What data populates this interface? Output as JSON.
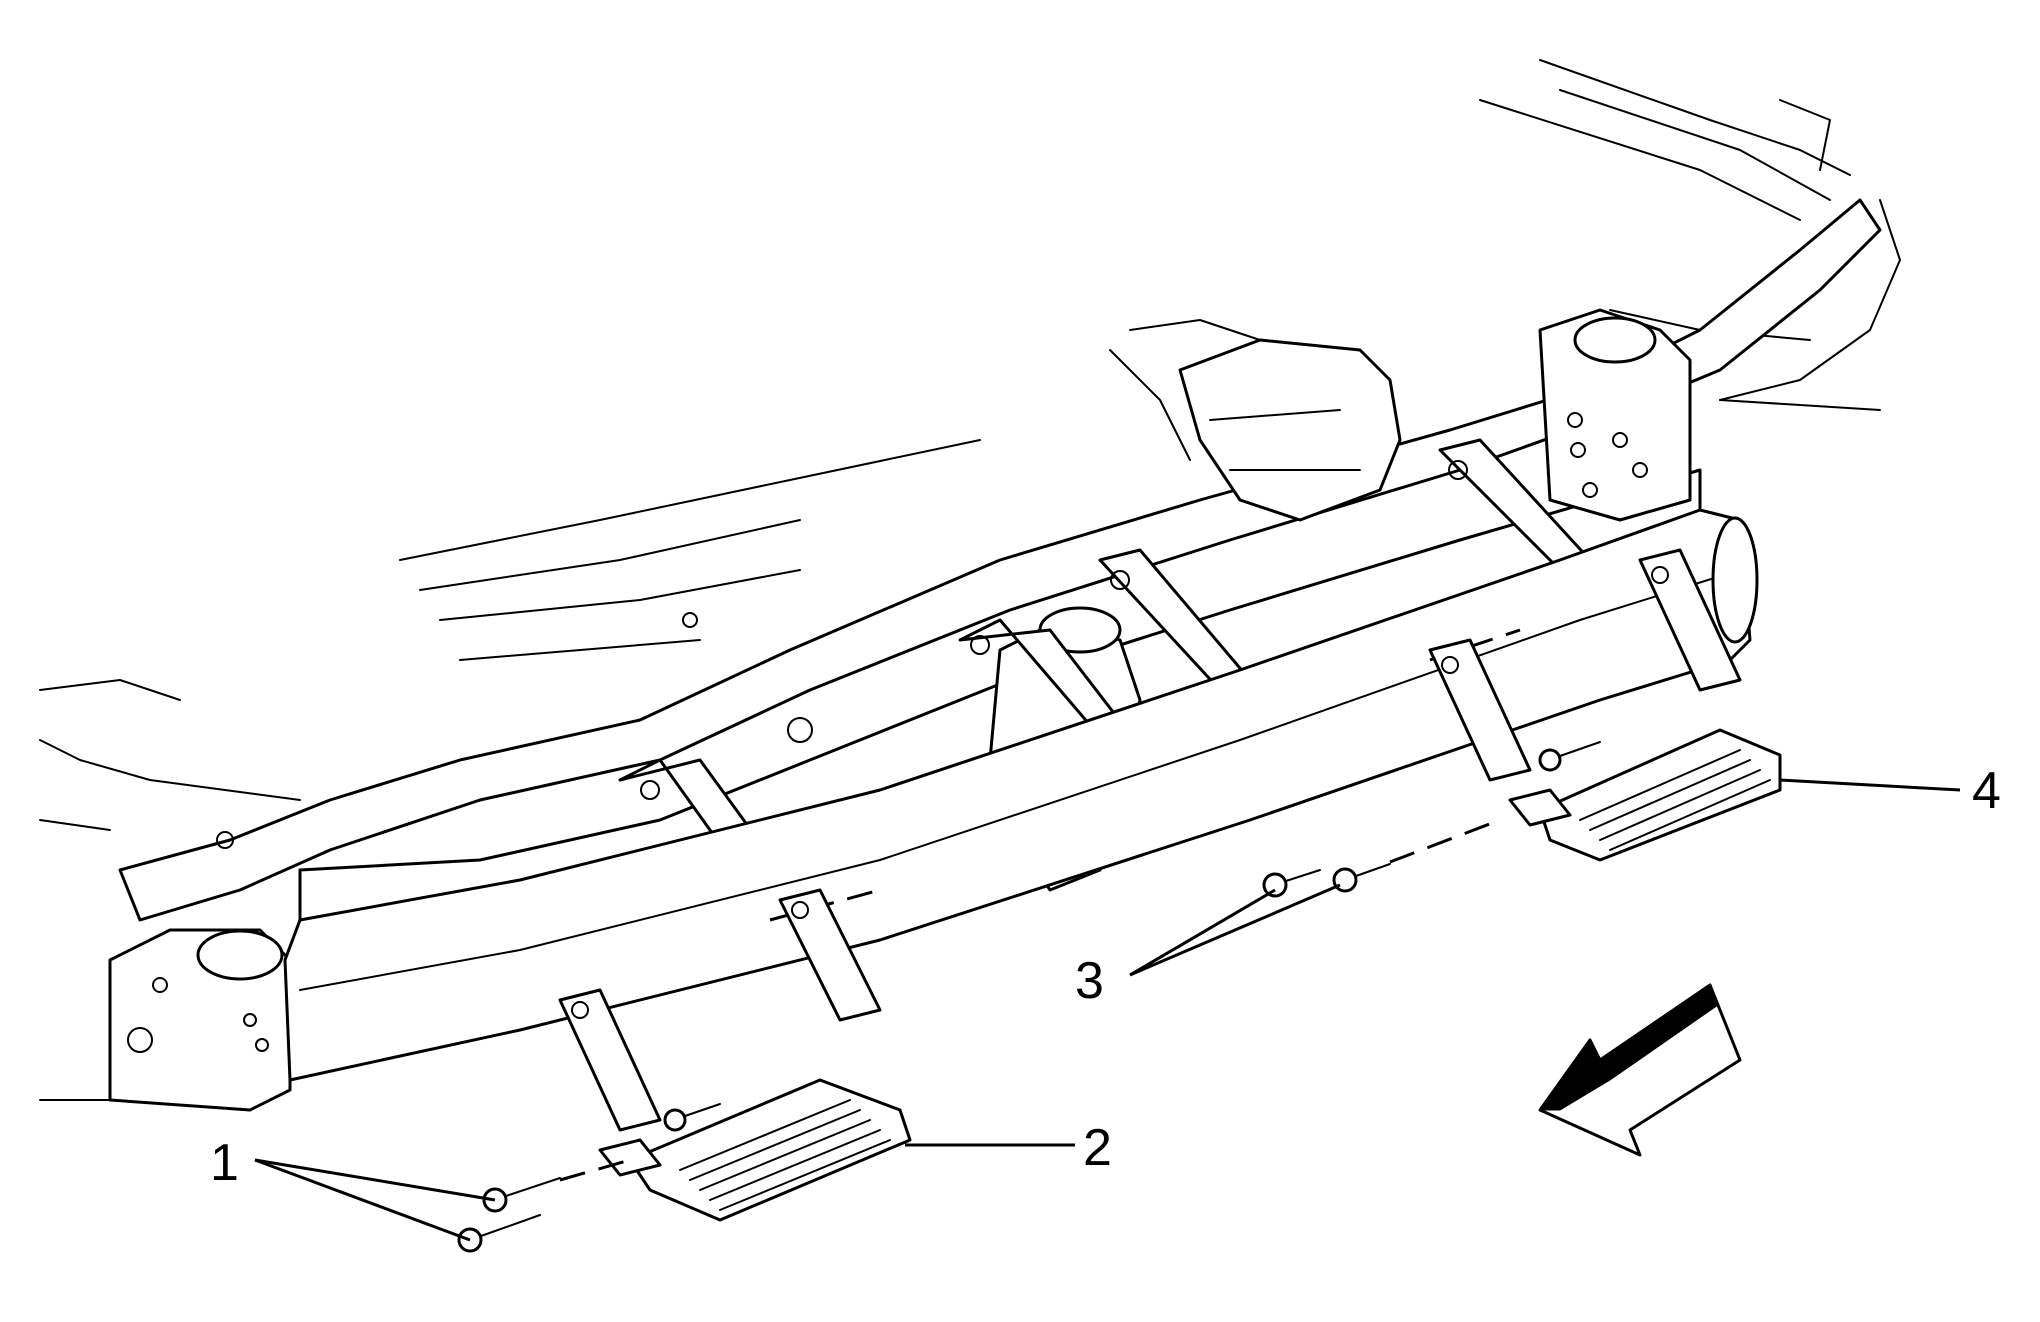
{
  "callouts": [
    {
      "id": "1",
      "label": "1",
      "part": "bolts-front"
    },
    {
      "id": "2",
      "label": "2",
      "part": "front-step-pad"
    },
    {
      "id": "3",
      "label": "3",
      "part": "bolts-rear"
    },
    {
      "id": "4",
      "label": "4",
      "part": "rear-step-pad"
    }
  ],
  "icons": {
    "direction_arrow": "front-direction-arrow-icon"
  },
  "colors": {
    "line": "#000000",
    "background": "#ffffff"
  }
}
